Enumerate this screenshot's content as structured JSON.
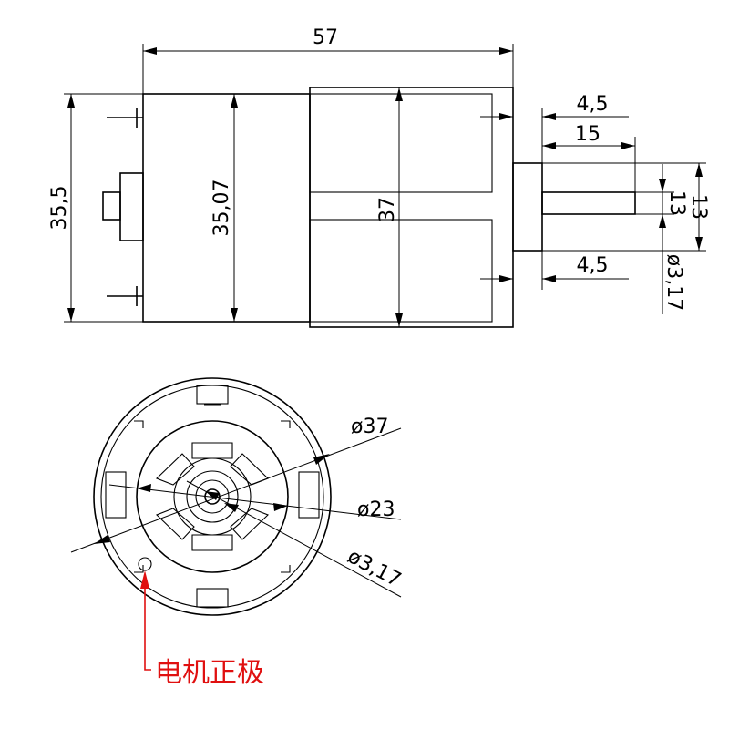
{
  "dimensions": {
    "overall_length": "57",
    "height_left": "35,5",
    "body_height": "35,07",
    "can_diameter": "37",
    "shoulder_top": "4,5",
    "shaft_length": "15",
    "shaft_dia_side": "13",
    "boss_dia_side": "13",
    "shoulder_bottom": "4,5",
    "shaft_dia_label": "ø3,17",
    "front_outer_dia": "ø37",
    "front_boss_dia": "ø23",
    "front_shaft_dia": "ø3,17"
  },
  "annotation": {
    "positive_terminal": "电机正极",
    "color": "#e01010"
  }
}
